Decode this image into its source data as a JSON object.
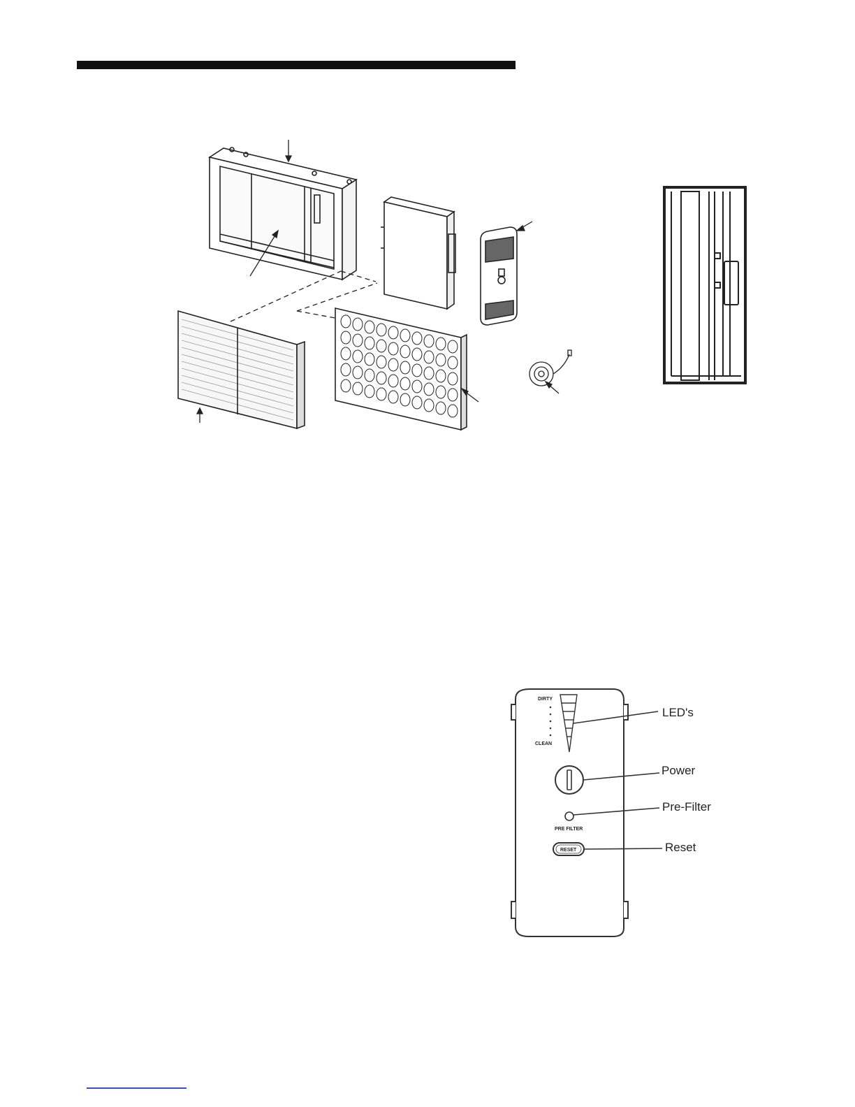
{
  "control_panel": {
    "led_scale_top": "DIRTY",
    "led_scale_bottom": "CLEAN",
    "prefilter_caption": "PRE FILTER",
    "reset_button_caption": "RESET",
    "callouts": {
      "leds": "LED's",
      "power": "Power",
      "prefilter": "Pre-Filter",
      "reset": "Reset"
    }
  },
  "icons": [
    "power-switch-icon",
    "pre-filter-indicator-icon"
  ]
}
